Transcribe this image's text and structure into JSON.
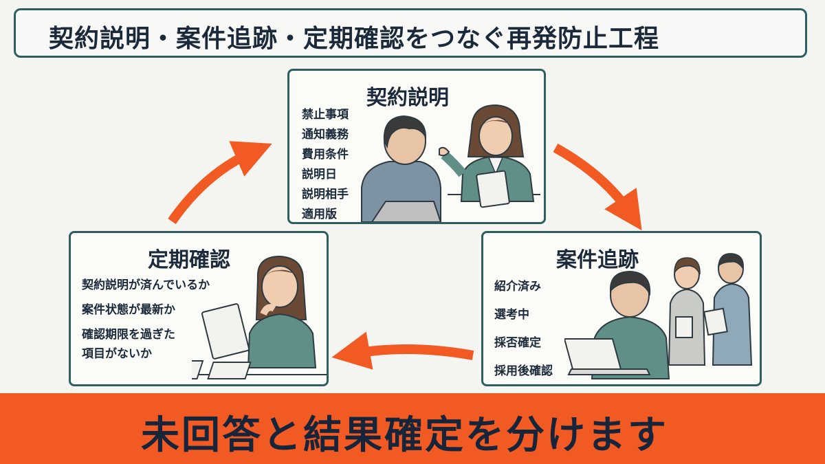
{
  "title": "契約説明・案件追跡・定期確認をつなぐ再発防止工程",
  "panels": {
    "contract": {
      "title": "契約説明",
      "items": [
        "禁止事項",
        "通知義務",
        "費用条件",
        "説明日",
        "説明相手",
        "適用版"
      ]
    },
    "tracking": {
      "title": "案件追跡",
      "items": [
        "紹介済み",
        "選考中",
        "採否確定",
        "採用後確認"
      ]
    },
    "periodic": {
      "title": "定期確認",
      "items": [
        "契約説明が済んでいるか",
        "案件状態が最新か",
        "確認期限を過ぎた",
        "項目がないか"
      ]
    }
  },
  "banner": "未回答と結果確定を分けます",
  "colors": {
    "accent": "#f25a24",
    "border": "#2e5e60",
    "text": "#1b2a3a",
    "figure": "#5f8f87"
  }
}
